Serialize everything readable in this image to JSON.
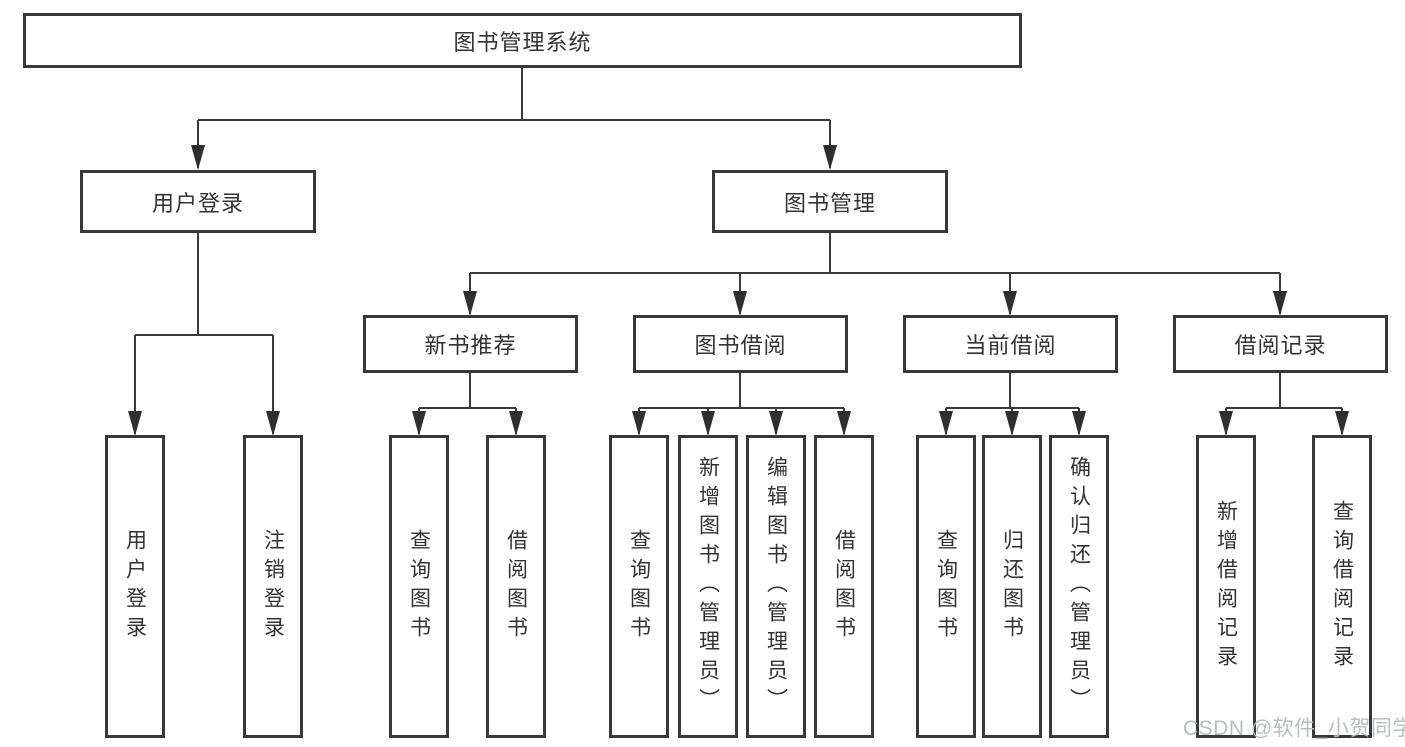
{
  "diagram_title": "图书管理系统",
  "nodes": {
    "root": "图书管理系统",
    "user_login": "用户登录",
    "book_mgmt": "图书管理",
    "new_book_rec": "新书推荐",
    "book_borrow": "图书借阅",
    "current_borrow": "当前借阅",
    "borrow_records": "借阅记录",
    "leaf_user_login": "用户登录",
    "leaf_logout": "注销登录",
    "leaf_query_books_1": "查询图书",
    "leaf_borrow_books_1": "借阅图书",
    "leaf_query_books_2": "查询图书",
    "leaf_add_books": "新增图书（管理员）",
    "leaf_edit_books": "编辑图书（管理员）",
    "leaf_borrow_books_2": "借阅图书",
    "leaf_query_books_3": "查询图书",
    "leaf_return_books": "归还图书",
    "leaf_confirm_return": "确认归还（管理员）",
    "leaf_add_record": "新增借阅记录",
    "leaf_query_record": "查询借阅记录"
  },
  "watermark": "CSDN @软件_小贺同学",
  "colors": {
    "line": "#3a3a3a",
    "box_border": "#383838",
    "text": "#333333",
    "watermark": "#b9bdc3",
    "background": "#ffffff"
  }
}
